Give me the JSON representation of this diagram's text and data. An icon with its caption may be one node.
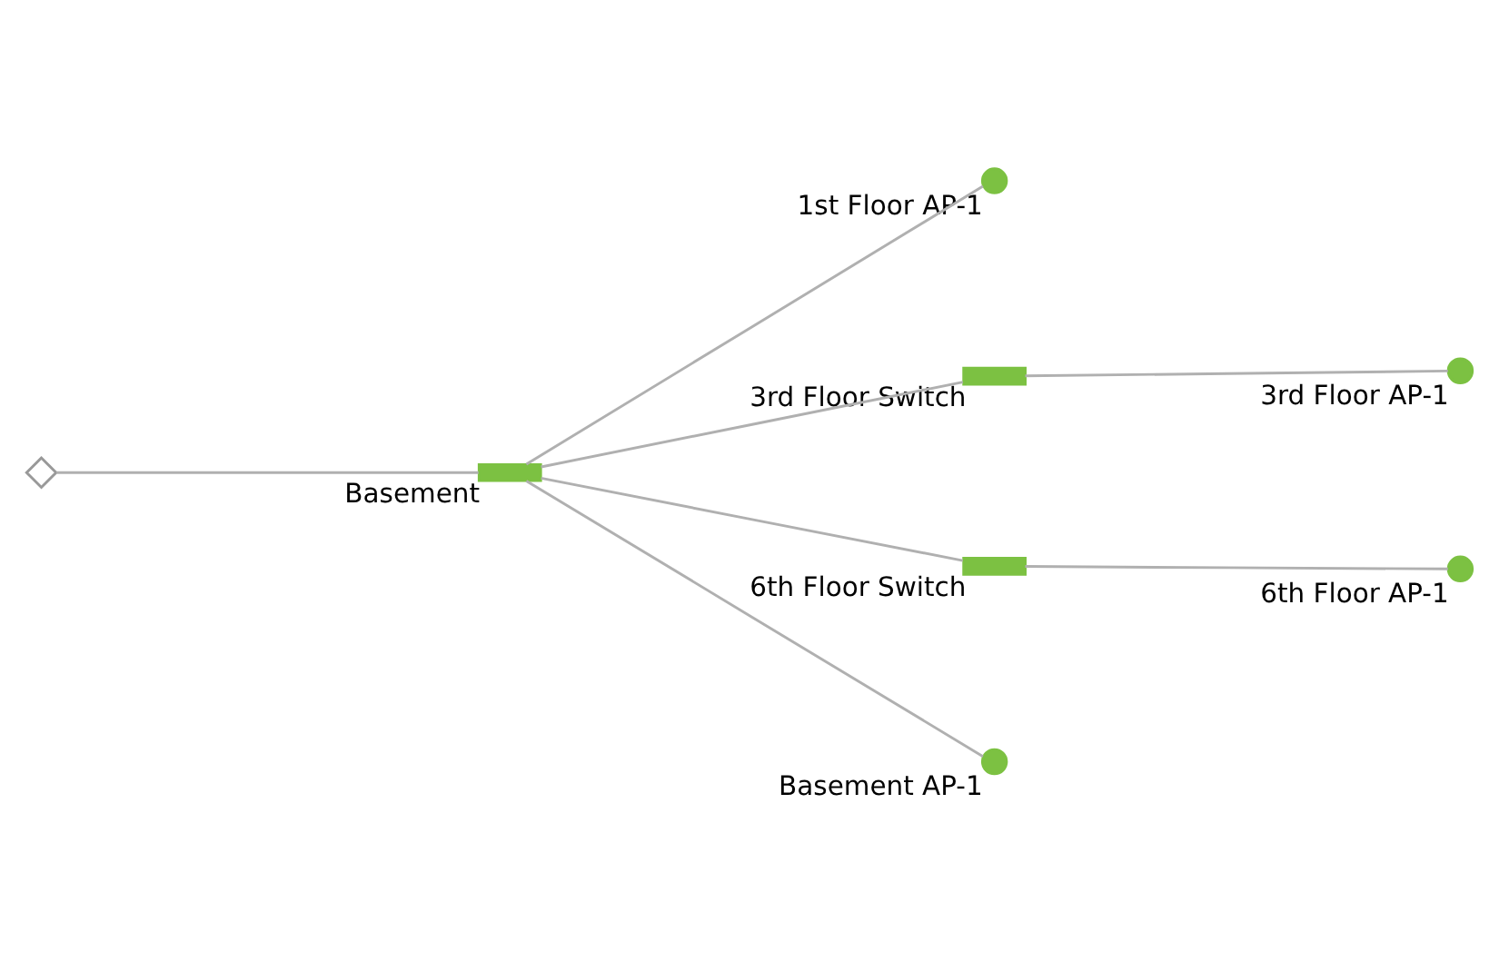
{
  "diagram": {
    "nodes": [
      {
        "text": [],
        "shape": "diamond"
      },
      {
        "text": [
          "Basement"
        ]
      },
      {
        "text": [
          "1st Floor AP-1"
        ]
      },
      {
        "text": [
          "3rd Floor Switch"
        ]
      },
      {
        "text": [
          "3rd Floor AP-1"
        ]
      },
      {
        "text": [
          "6th Floor Switch"
        ]
      },
      {
        "text": [
          "6th Floor AP-1"
        ]
      },
      {
        "text": [
          "Basement AP-1"
        ]
      }
    ],
    "edges": [
      {
        "from": 0,
        "to": 1,
        "arrow": "none"
      },
      {
        "from": 1,
        "to": 2,
        "arrow": "none"
      },
      {
        "from": 1,
        "to": 3,
        "arrow": "none"
      },
      {
        "from": 3,
        "to": 4,
        "arrow": "none"
      },
      {
        "from": 1,
        "to": 5,
        "arrow": "none"
      },
      {
        "from": 5,
        "to": 6,
        "arrow": "none"
      },
      {
        "from": 1,
        "to": 7,
        "arrow": "none"
      }
    ]
  }
}
